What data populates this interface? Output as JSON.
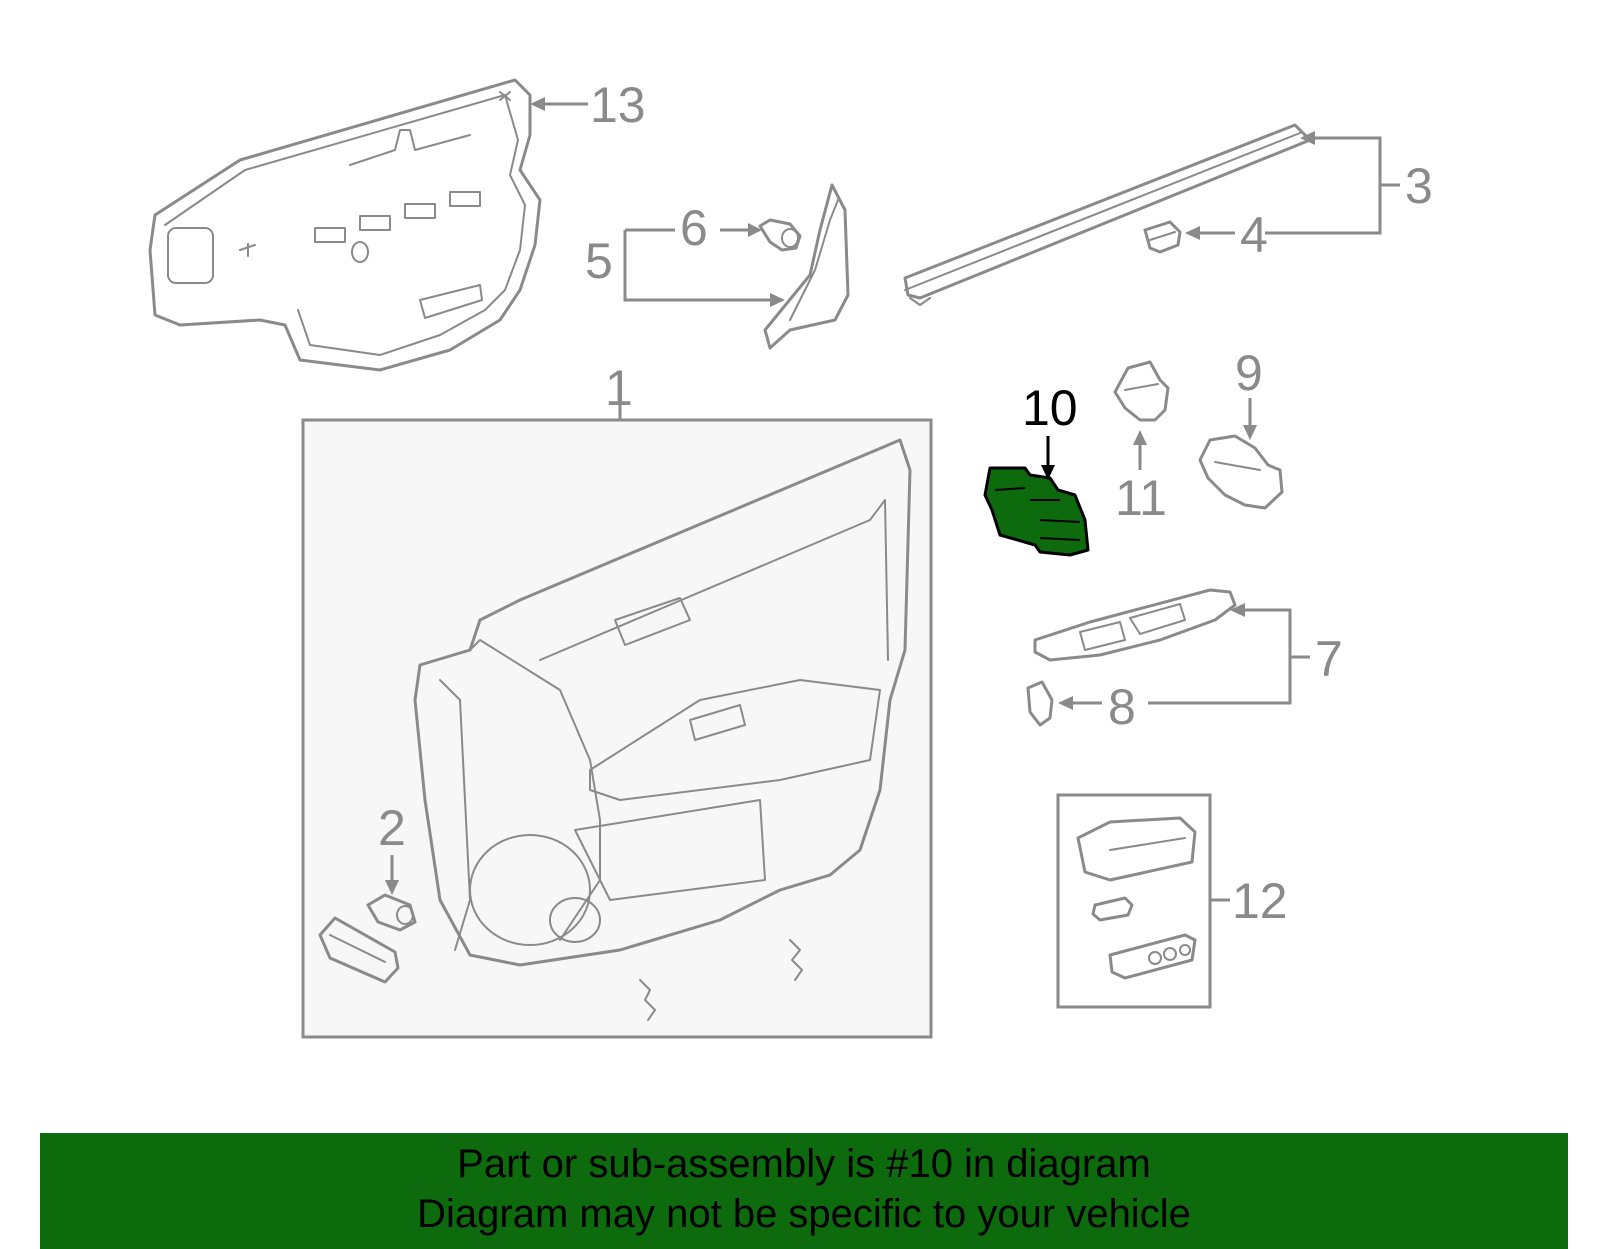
{
  "diagram": {
    "highlight_color": "#0d6a0d",
    "line_color": "#8a8a8a",
    "highlighted_part": "10",
    "callouts": [
      {
        "id": "1",
        "label": "1"
      },
      {
        "id": "2",
        "label": "2"
      },
      {
        "id": "3",
        "label": "3"
      },
      {
        "id": "4",
        "label": "4"
      },
      {
        "id": "5",
        "label": "5"
      },
      {
        "id": "6",
        "label": "6"
      },
      {
        "id": "7",
        "label": "7"
      },
      {
        "id": "8",
        "label": "8"
      },
      {
        "id": "9",
        "label": "9"
      },
      {
        "id": "10",
        "label": "10"
      },
      {
        "id": "11",
        "label": "11"
      },
      {
        "id": "12",
        "label": "12"
      },
      {
        "id": "13",
        "label": "13"
      }
    ]
  },
  "banner": {
    "line1": "Part or sub-assembly is #10 in diagram",
    "line2": "Diagram may not be specific to your vehicle",
    "background": "#0d6a0d"
  }
}
